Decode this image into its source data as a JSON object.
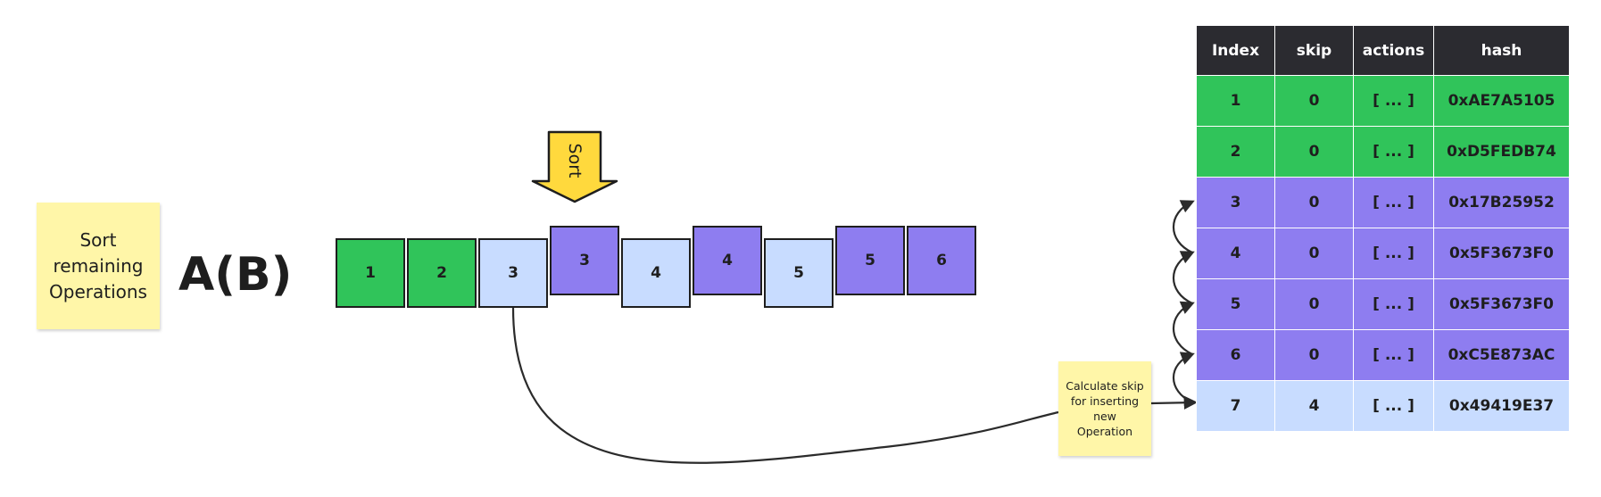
{
  "sticky_main": {
    "text": "Sort\nremaining\nOperations"
  },
  "formula": "A(B)",
  "sort_arrow": {
    "label": "Sort"
  },
  "sequence": [
    {
      "label": "1",
      "kind": "green"
    },
    {
      "label": "2",
      "kind": "green"
    },
    {
      "label": "3",
      "kind": "light"
    },
    {
      "label": "3",
      "kind": "purple"
    },
    {
      "label": "4",
      "kind": "light"
    },
    {
      "label": "4",
      "kind": "purple"
    },
    {
      "label": "5",
      "kind": "light"
    },
    {
      "label": "5",
      "kind": "purple"
    },
    {
      "label": "6",
      "kind": "purple"
    }
  ],
  "sticky_calc": {
    "text": "Calculate skip\nfor inserting\nnew\nOperation"
  },
  "table": {
    "headers": [
      "Index",
      "skip",
      "actions",
      "hash"
    ],
    "rows": [
      {
        "index": "1",
        "skip": "0",
        "actions": "[ ... ]",
        "hash": "0xAE7A5105",
        "kind": "green"
      },
      {
        "index": "2",
        "skip": "0",
        "actions": "[ ... ]",
        "hash": "0xD5FEDB74",
        "kind": "green"
      },
      {
        "index": "3",
        "skip": "0",
        "actions": "[ ... ]",
        "hash": "0x17B25952",
        "kind": "purple"
      },
      {
        "index": "4",
        "skip": "0",
        "actions": "[ ... ]",
        "hash": "0x5F3673F0",
        "kind": "purple"
      },
      {
        "index": "5",
        "skip": "0",
        "actions": "[ ... ]",
        "hash": "0x5F3673F0",
        "kind": "purple"
      },
      {
        "index": "6",
        "skip": "0",
        "actions": "[ ... ]",
        "hash": "0xC5E873AC",
        "kind": "purple"
      },
      {
        "index": "7",
        "skip": "4",
        "actions": "[ ... ]",
        "hash": "0x49419E37",
        "kind": "light"
      }
    ]
  },
  "colors": {
    "green": "#30c45a",
    "purple": "#8e7df0",
    "light": "#c8dcff",
    "header": "#2b2b30",
    "sticky": "#fff6a8"
  }
}
